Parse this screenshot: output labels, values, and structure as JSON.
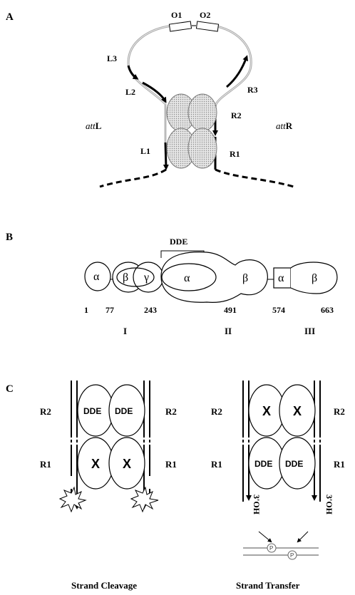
{
  "panelA": {
    "letter": "A",
    "operators": [
      "O1",
      "O2"
    ],
    "left_sites": [
      "L3",
      "L2",
      "L1"
    ],
    "right_sites": [
      "R3",
      "R2",
      "R1"
    ],
    "attL_italic": "att",
    "attL_suffix": "L",
    "attR_italic": "att",
    "attR_suffix": "R"
  },
  "panelB": {
    "letter": "B",
    "motif": "DDE",
    "domains": [
      "α",
      "β",
      "γ",
      "α",
      "β",
      "α",
      "β"
    ],
    "positions": [
      "1",
      "77",
      "243",
      "491",
      "574",
      "663"
    ],
    "regions": [
      "I",
      "II",
      "III"
    ]
  },
  "panelC": {
    "letter": "C",
    "left": {
      "site_top": "R2",
      "site_bottom": "R1",
      "top_labels": [
        "DDE",
        "DDE"
      ],
      "bottom_labels": [
        "X",
        "X"
      ],
      "caption": "Strand Cleavage"
    },
    "right": {
      "site_top": "R2",
      "site_bottom": "R1",
      "top_labels": [
        "X",
        "X"
      ],
      "bottom_labels": [
        "DDE",
        "DDE"
      ],
      "end_label": "3'OH",
      "phosphate": "P",
      "caption": "Strand Transfer"
    }
  }
}
